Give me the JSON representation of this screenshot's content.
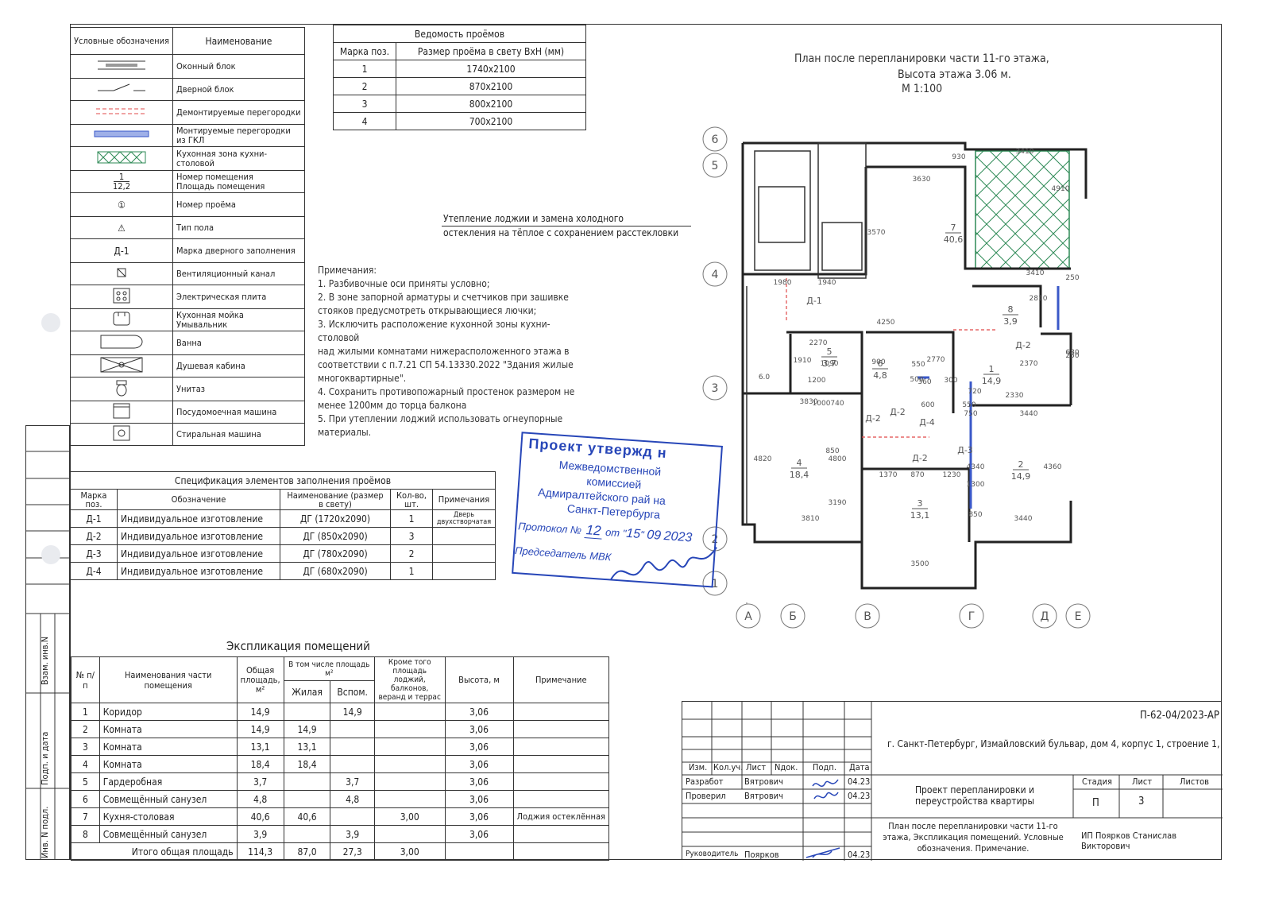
{
  "legend": {
    "headers": [
      "Условные обозначения",
      "Наименование"
    ],
    "rows": [
      {
        "icon": "window-block-icon",
        "name": "Оконный блок"
      },
      {
        "icon": "door-block-icon",
        "name": "Дверной блок"
      },
      {
        "icon": "dismantled-partition-icon",
        "name": "Демонтируемые перегородки"
      },
      {
        "icon": "gkl-partition-icon",
        "name": "Монтируемые перегородки из ГКЛ"
      },
      {
        "icon": "kitchen-zone-icon",
        "name": "Кухонная зона кухни-столовой"
      },
      {
        "icon": "room-number-icon",
        "name": "Номер помещения\nПлощадь помещения",
        "sym_top": "1",
        "sym_bottom": "12,2"
      },
      {
        "icon": "opening-number-icon",
        "name": "Номер проёма",
        "sym": "①"
      },
      {
        "icon": "floor-type-icon",
        "name": "Тип пола",
        "sym": "⚠"
      },
      {
        "icon": "door-mark-icon",
        "name": "Марка дверного заполнения",
        "sym": "Д-1"
      },
      {
        "icon": "vent-channel-icon",
        "name": "Вентиляционный канал"
      },
      {
        "icon": "electric-stove-icon",
        "name": "Электрическая плита"
      },
      {
        "icon": "sink-icon",
        "name": "Кухонная мойка\nУмывальник"
      },
      {
        "icon": "bathtub-icon",
        "name": "Ванна"
      },
      {
        "icon": "shower-cabin-icon",
        "name": "Душевая кабина"
      },
      {
        "icon": "toilet-icon",
        "name": "Унитаз"
      },
      {
        "icon": "dishwasher-icon",
        "name": "Посудомоечная машина"
      },
      {
        "icon": "washing-machine-icon",
        "name": "Стиральная машина"
      }
    ]
  },
  "openings": {
    "title": "Ведомость проёмов",
    "headers": [
      "Марка поз.",
      "Размер проёма в свету ВхН (мм)"
    ],
    "rows": [
      [
        "1",
        "1740х2100"
      ],
      [
        "2",
        "870х2100"
      ],
      [
        "3",
        "800х2100"
      ],
      [
        "4",
        "700х2100"
      ]
    ]
  },
  "plan": {
    "title": "План после перепланировки части 11-го этажа,",
    "subtitle": "Высота этажа 3.06 м.",
    "scale": "М 1:100",
    "annotation_line1": "Утепление лоджии и замена холодного",
    "annotation_line2": "остекления на тёплое с сохранением расстекловки",
    "axes_rows": [
      "6",
      "5",
      "4",
      "3",
      "2",
      "1"
    ],
    "axes_cols": [
      "А",
      "Б",
      "В",
      "Г",
      "Д",
      "Е"
    ],
    "rooms": [
      {
        "num": "7",
        "area": "40,6"
      },
      {
        "num": "8",
        "area": "3,9"
      },
      {
        "num": "1",
        "area": "14,9"
      },
      {
        "num": "5",
        "area": "3,7"
      },
      {
        "num": "6",
        "area": "4,8"
      },
      {
        "num": "4",
        "area": "18,4"
      },
      {
        "num": "3",
        "area": "13,1"
      },
      {
        "num": "2",
        "area": "14,9"
      }
    ],
    "dims": [
      "3410",
      "3630",
      "4910",
      "3570",
      "930",
      "1980",
      "1940",
      "3410",
      "250",
      "2810",
      "680",
      "250",
      "4250",
      "2270",
      "1090",
      "2370",
      "2330",
      "1910",
      "1200",
      "900",
      "550",
      "2770",
      "300",
      "500",
      "360",
      "600",
      "720",
      "3830",
      "1000",
      "740",
      "550",
      "750",
      "3440",
      "4820",
      "4800",
      "3190",
      "850",
      "1370",
      "870",
      "1230",
      "4340",
      "4360",
      "1300",
      "850",
      "3810",
      "3440",
      "3500",
      "6.0"
    ],
    "door_marks": [
      "Д-1",
      "Д-2",
      "Д-2",
      "Д-2",
      "Д-4",
      "Д-3",
      "Д-2"
    ]
  },
  "notes": {
    "title": "Примечания:",
    "items": [
      "1. Разбивочные оси приняты условно;",
      "2. В зоне запорной арматуры и счетчиков при зашивке",
      "стояков предусмотреть открывающиеся лючки;",
      "3. Исключить расположение кухонной зоны кухни-столовой",
      "над жилыми комнатами нижерасположенного этажа в",
      "соответствии с п.7.21 СП 54.13330.2022 \"Здания жилые",
      "многоквартирные\".",
      "4. Сохранить противопожарный простенок размером не",
      "менее 1200мм до торца балкона",
      "5. При утеплении лоджий использовать огнеупорные",
      "материалы."
    ]
  },
  "spec": {
    "title": "Спецификация элементов заполнения проёмов",
    "headers": [
      "Марка поз.",
      "Обозначение",
      "Наименование (размер в свету)",
      "Кол-во, шт.",
      "Примечания"
    ],
    "rows": [
      [
        "Д-1",
        "Индивидуальное изготовление",
        "ДГ (1720х2090)",
        "1",
        "Дверь двухстворчатая"
      ],
      [
        "Д-2",
        "Индивидуальное изготовление",
        "ДГ (850х2090)",
        "3",
        ""
      ],
      [
        "Д-3",
        "Индивидуальное изготовление",
        "ДГ (780х2090)",
        "2",
        ""
      ],
      [
        "Д-4",
        "Индивидуальное изготовление",
        "ДГ (680х2090)",
        "1",
        ""
      ]
    ]
  },
  "stamp": {
    "line1": "Проект утвержд  н",
    "line2": "Межведомственной",
    "line3": "комиссией",
    "line4": "Адмиралтейского рай  на",
    "line5": "Санкт-Петербурга",
    "protocol_label": "Протокол №",
    "protocol_no": "12",
    "from": "от",
    "date_day": "15",
    "date_month": "09",
    "date_year": "2023",
    "chair": "Председатель МВК"
  },
  "explication": {
    "title": "Экспликация помещений",
    "headers": {
      "num": "№ п/п",
      "name": "Наименования части помещения",
      "total": "Общая площадь, м²",
      "incl": "В том числе площадь м²",
      "living": "Жилая",
      "aux": "Вспом.",
      "extra": "Кроме того площадь лоджий, балконов, веранд и террас",
      "height": "Высота, м",
      "note": "Примечание"
    },
    "rows": [
      [
        "1",
        "Коридор",
        "14,9",
        "",
        "14,9",
        "",
        "3,06",
        ""
      ],
      [
        "2",
        "Комната",
        "14,9",
        "14,9",
        "",
        "",
        "3,06",
        ""
      ],
      [
        "3",
        "Комната",
        "13,1",
        "13,1",
        "",
        "",
        "3,06",
        ""
      ],
      [
        "4",
        "Комната",
        "18,4",
        "18,4",
        "",
        "",
        "3,06",
        ""
      ],
      [
        "5",
        "Гардеробная",
        "3,7",
        "",
        "3,7",
        "",
        "3,06",
        ""
      ],
      [
        "6",
        "Совмещённый санузел",
        "4,8",
        "",
        "4,8",
        "",
        "3,06",
        ""
      ],
      [
        "7",
        "Кухня-столовая",
        "40,6",
        "40,6",
        "",
        "3,00",
        "3,06",
        "Лоджия остеклённая"
      ],
      [
        "8",
        "Совмещённый санузел",
        "3,9",
        "",
        "3,9",
        "",
        "3,06",
        ""
      ]
    ],
    "total": [
      "Итого общая площадь",
      "114,3",
      "87,0",
      "27,3",
      "3,00"
    ]
  },
  "side_labels": [
    "Взам. инв.N",
    "Подп. и дата",
    "Инв. N подл."
  ],
  "titleblock": {
    "code": "П-62-04/2023-АР",
    "address": "г. Санкт-Петербург, Измайловский бульвар, дом 4, корпус 1, строение 1,",
    "col_headers": [
      "Изм.",
      "Кол.уч.",
      "Лист",
      "Nдок.",
      "Подп.",
      "Дата"
    ],
    "dev_label": "Разработ",
    "dev_name": "Вятрович",
    "dev_date": "04.23",
    "chk_label": "Проверил",
    "chk_name": "Вятрович",
    "chk_date": "04.23",
    "head_label": "Руководитель",
    "head_name": "Поярков",
    "head_date": "04.23",
    "project": "Проект перепланировки и переустройства квартиры",
    "stage_label": "Стадия",
    "sheet_label": "Лист",
    "sheets_label": "Листов",
    "stage": "П",
    "sheet": "3",
    "sheet_title": "План после перепланировки части 11-го этажа, Экспликация помещений. Условные обозначения. Примечание.",
    "org": "ИП Поярков Станислав Викторович"
  }
}
